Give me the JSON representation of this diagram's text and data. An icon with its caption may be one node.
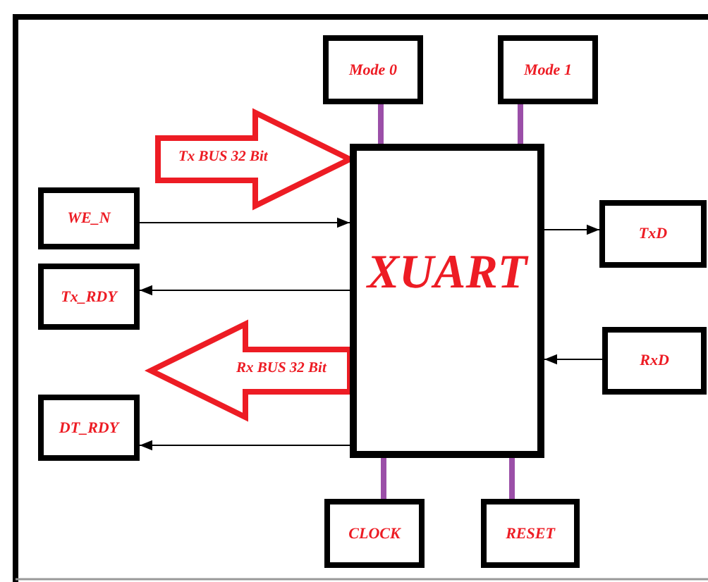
{
  "diagram": {
    "nodes": [
      {
        "text": [
          "XUART"
        ]
      },
      {
        "text": [
          "Mode 0"
        ]
      },
      {
        "text": [
          "Mode 1"
        ]
      },
      {
        "text": [
          "WE_N"
        ]
      },
      {
        "text": [
          "Tx_RDY"
        ]
      },
      {
        "text": [
          "DT_RDY"
        ]
      },
      {
        "text": [
          "TxD"
        ]
      },
      {
        "text": [
          "RxD"
        ]
      },
      {
        "text": [
          "CLOCK"
        ]
      },
      {
        "text": [
          "RESET"
        ]
      }
    ],
    "edges": [
      {
        "from": 1,
        "to": 0,
        "arrow": "none",
        "style": "thick",
        "color": "#9b4fa8"
      },
      {
        "from": 2,
        "to": 0,
        "arrow": "none",
        "style": "thick",
        "color": "#9b4fa8"
      },
      {
        "from": null,
        "to": 0,
        "arrow": "to",
        "label": "Tx BUS 32 Bit",
        "style": "thick",
        "color": "#ed1c24"
      },
      {
        "from": 3,
        "to": 0,
        "arrow": "to"
      },
      {
        "from": 0,
        "to": 6,
        "arrow": "to"
      },
      {
        "from": 0,
        "to": 4,
        "arrow": "to"
      },
      {
        "from": 0,
        "to": null,
        "arrow": "to",
        "label": "Rx BUS 32 Bit",
        "style": "thick",
        "color": "#ed1c24"
      },
      {
        "from": 7,
        "to": 0,
        "arrow": "to"
      },
      {
        "from": 0,
        "to": 5,
        "arrow": "to"
      },
      {
        "from": 8,
        "to": 0,
        "arrow": "none",
        "style": "thick",
        "color": "#9b4fa8"
      },
      {
        "from": 9,
        "to": 0,
        "arrow": "none",
        "style": "thick",
        "color": "#9b4fa8"
      }
    ]
  }
}
